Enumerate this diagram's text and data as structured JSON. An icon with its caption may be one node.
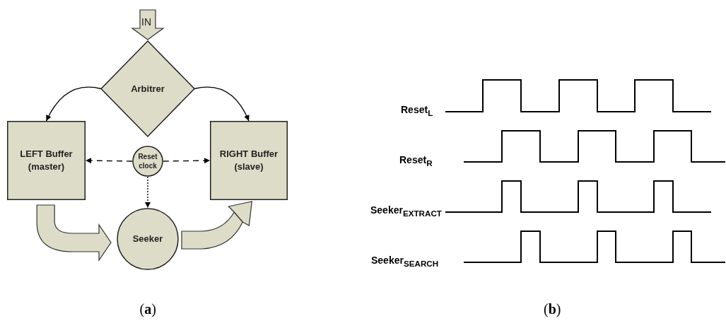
{
  "diagram": {
    "nodes": [
      {
        "text": [
          "Arbitrer"
        ]
      },
      {
        "text": [
          "LEFT Buffer (master)"
        ]
      },
      {
        "text": [
          "RIGHT Buffer (slave)"
        ]
      },
      {
        "text": [
          "Reset clock"
        ]
      },
      {
        "text": [
          "Seeker"
        ]
      }
    ],
    "edges": [
      {
        "from": null,
        "to": 0,
        "arrow": "to",
        "label": "IN",
        "style": "thick"
      },
      {
        "from": 0,
        "to": 1,
        "arrow": "to"
      },
      {
        "from": 0,
        "to": 2,
        "arrow": "to"
      },
      {
        "from": 3,
        "to": 1,
        "arrow": "to",
        "style": "dashed"
      },
      {
        "from": 3,
        "to": 2,
        "arrow": "to",
        "style": "dashed"
      },
      {
        "from": 3,
        "to": 4,
        "arrow": "to",
        "style": "dashed"
      },
      {
        "from": 1,
        "to": 4,
        "arrow": "to",
        "style": "thick"
      },
      {
        "from": 4,
        "to": 2,
        "arrow": "to",
        "style": "thick"
      }
    ],
    "labels": [
      "Reset$_{L}$",
      "Reset$_{R}$",
      "Seeker$_{EXTRACT}$",
      "Seeker$_{SEARCH}$",
      "(**a**)",
      "(**b**)"
    ]
  }
}
